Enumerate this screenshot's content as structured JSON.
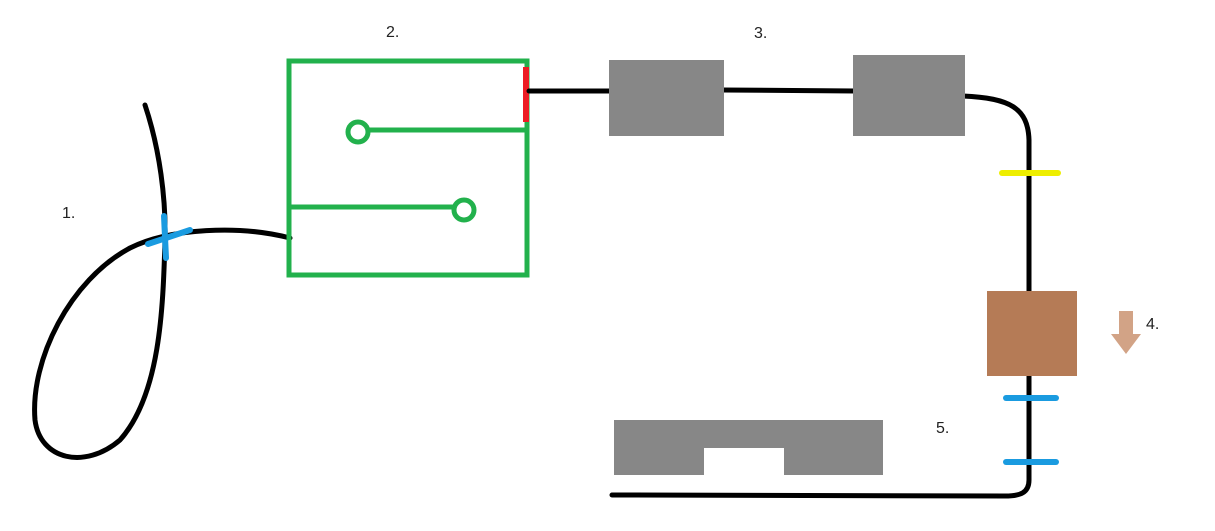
{
  "colors": {
    "background": "#ffffff",
    "cable": "#000000",
    "box_outline": "#22b14c",
    "contact": "#ed1c24",
    "block": "#878787",
    "yellow_marker": "#eeee00",
    "blue_marker": "#1a9be0",
    "brown_block": "#b57b56",
    "arrow": "#d2a386"
  },
  "labels": {
    "step1": "1.",
    "step2": "2.",
    "step3": "3.",
    "step4": "4.",
    "step5": "5."
  },
  "icons": {
    "down_arrow": "down-arrow-icon"
  }
}
